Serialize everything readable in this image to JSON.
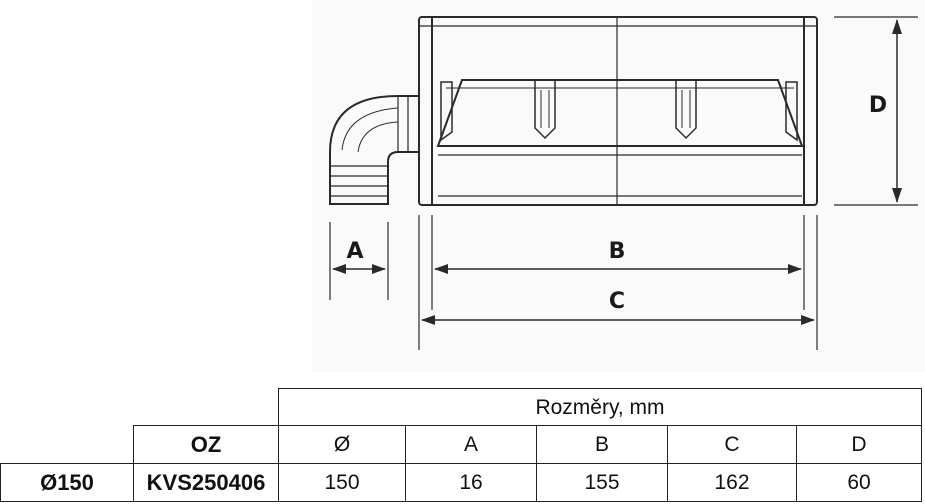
{
  "figure": {
    "dimension_labels": {
      "a": "A",
      "b": "B",
      "c": "C",
      "d": "D"
    }
  },
  "table": {
    "group_header": "Rozměry, mm",
    "model_header": "OZ",
    "columns": [
      "Ø",
      "A",
      "B",
      "C",
      "D"
    ],
    "row": {
      "size": "Ø150",
      "model": "KVS250406",
      "values": [
        "150",
        "16",
        "155",
        "162",
        "60"
      ]
    }
  }
}
